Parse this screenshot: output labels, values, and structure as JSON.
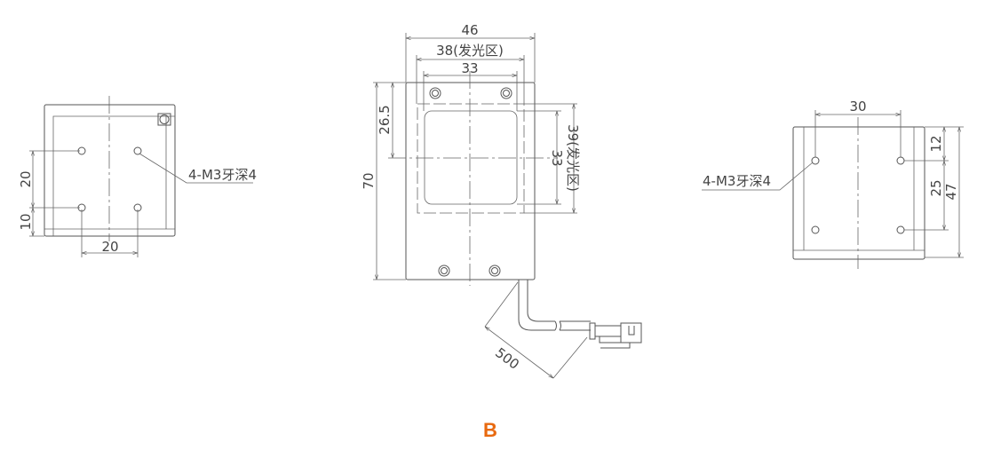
{
  "left_view": {
    "dim_vertical_spacing": "20",
    "dim_bottom_offset": "10",
    "dim_horizontal_spacing": "20",
    "thread_note": "4-M3牙深4"
  },
  "front_view": {
    "dim_width": "46",
    "dim_emitting_width": "38(发光区)",
    "dim_window_width": "33",
    "dim_height": "70",
    "dim_center_offset": "26.5",
    "dim_window_height": "33",
    "dim_emitting_height": "39(发光区)",
    "dim_cable_length": "500"
  },
  "right_view": {
    "dim_hole_spacing_h": "30",
    "dim_top_offset": "12",
    "dim_hole_spacing_v": "25",
    "dim_height": "47",
    "thread_note": "4-M3牙深4"
  },
  "figure_label": "B",
  "colors": {
    "label": "#e8690f",
    "line": "#555555"
  }
}
